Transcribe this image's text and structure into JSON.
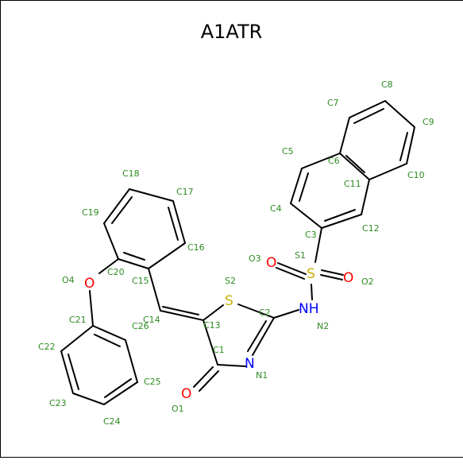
{
  "title": "A1ATR",
  "colors": {
    "carbon_label": "#2e8b22",
    "bond": "#000000",
    "oxygen": "#ff0000",
    "sulfur": "#c8b400",
    "nitrogen": "#0000ff"
  },
  "heteroatoms": {
    "o_ether": "O",
    "s_ring": "S",
    "s_sulfonyl": "S",
    "n_ring": "N",
    "nh": "NH",
    "o_carbonyl": "O",
    "o_sulfonyl_left": "O",
    "o_sulfonyl_right": "O"
  },
  "labels": {
    "C1": "C1",
    "C2": "C2",
    "C3": "C3",
    "C4": "C4",
    "C5": "C5",
    "C6": "C6",
    "C7": "C7",
    "C8": "C8",
    "C9": "C9",
    "C10": "C10",
    "C11": "C11",
    "C12": "C12",
    "C13": "C13",
    "C14": "C14",
    "C15": "C15",
    "C16": "C16",
    "C17": "C17",
    "C18": "C18",
    "C19": "C19",
    "C20": "C20",
    "C21": "C21",
    "C22": "C22",
    "C23": "C23",
    "C24": "C24",
    "C25": "C25",
    "C26": "C26",
    "N1": "N1",
    "N2": "N2",
    "O1": "O1",
    "O2": "O2",
    "O3": "O3",
    "O4": "O4",
    "S1": "S1",
    "S2": "S2"
  }
}
